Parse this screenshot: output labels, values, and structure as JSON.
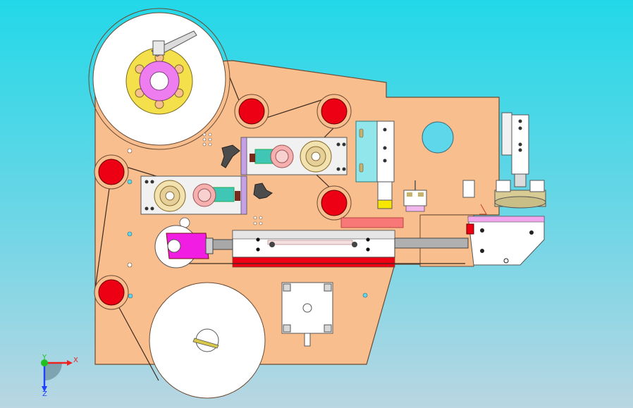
{
  "viewport": {
    "background_top": "#22d8e8",
    "background_bottom": "#b9d6e2"
  },
  "plate": {
    "color": "#f9be8e",
    "outline": "#6b4a33"
  },
  "colors": {
    "roller_red": "#ee0014",
    "reel_white": "#ffffff",
    "reel_hub_yellow": "#f4e04a",
    "reel_hub_magenta": "#ee7ef0",
    "slider_gray": "#c8c8c8",
    "cylinder_red": "#ee0014",
    "holder_magenta": "#f21de2",
    "teal_block": "#40c6b4",
    "cyan_block": "#90e6ea",
    "hole_cyan": "#5fd7ea"
  },
  "triad": {
    "x_label": "X",
    "y_label": "Y",
    "z_label": "Z",
    "x_color": "#ee2020",
    "y_color": "#20c020",
    "z_color": "#2040ff"
  }
}
